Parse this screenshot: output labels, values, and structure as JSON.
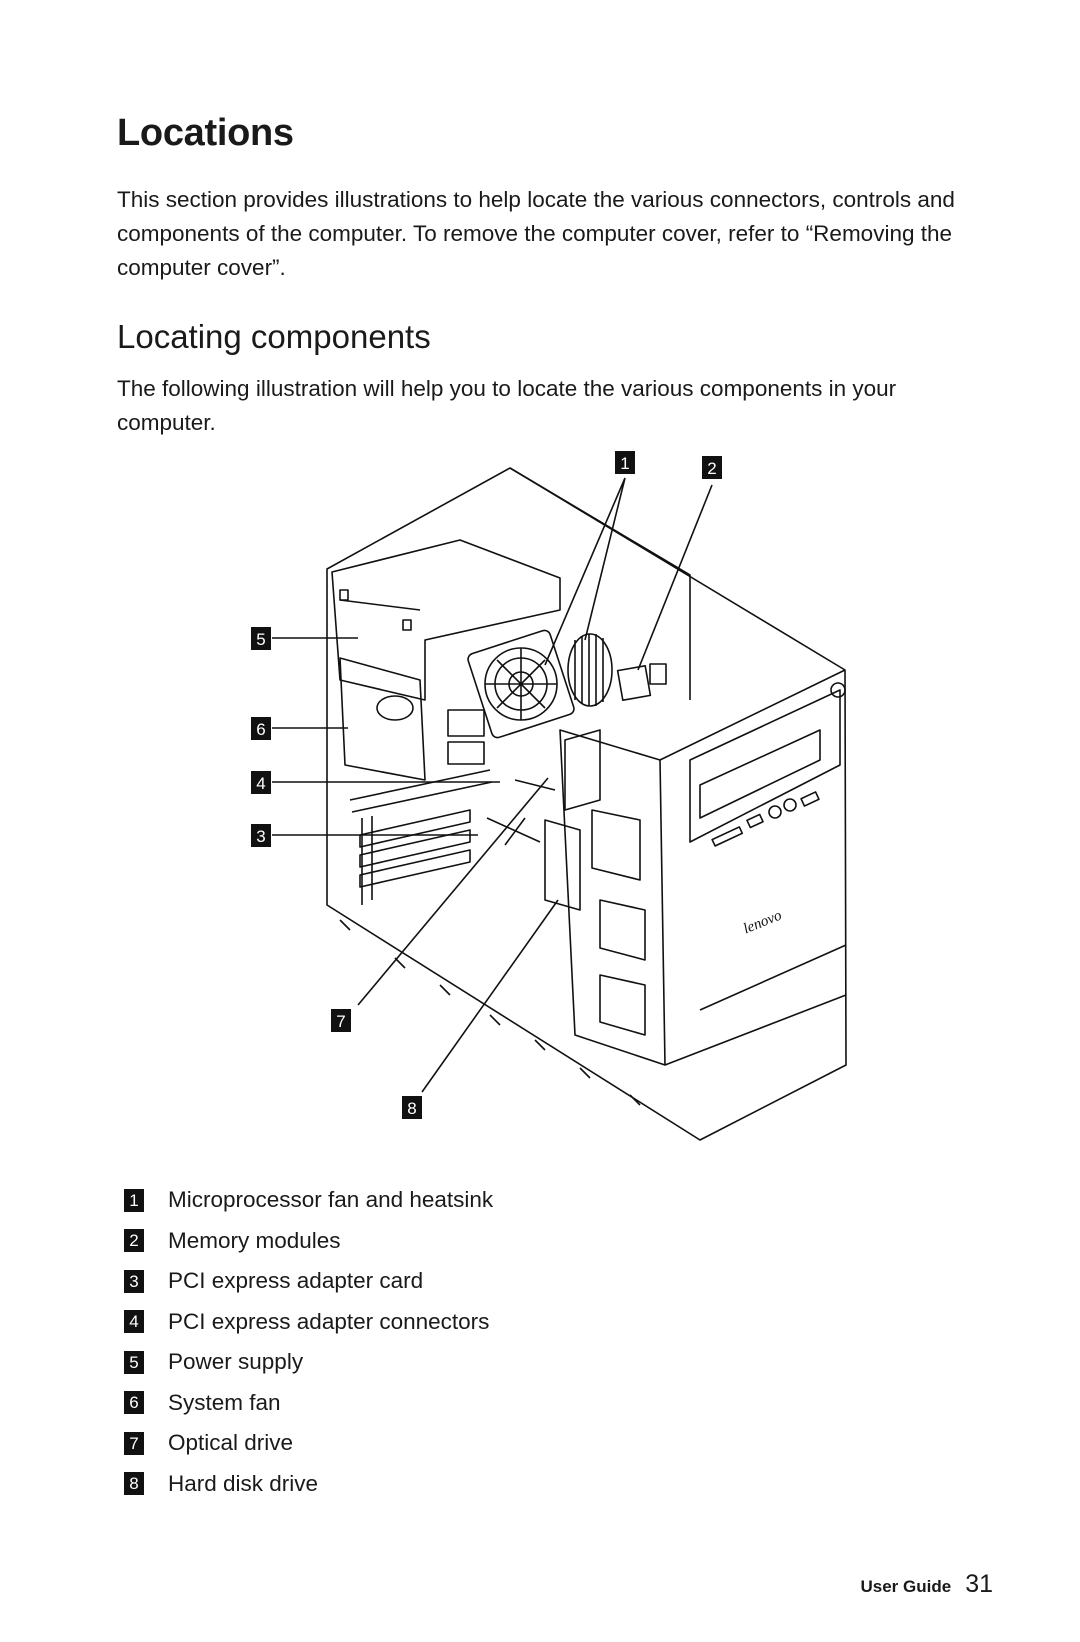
{
  "page": {
    "title": "Locations",
    "intro": "This section provides illustrations to help locate the various connectors, controls and components of the computer. To remove the computer cover, refer to “Removing the computer cover”.",
    "section_title": "Locating components",
    "section_lead": "The following illustration will help you to locate the various components in your computer."
  },
  "figure": {
    "callouts": [
      "1",
      "2",
      "5",
      "6",
      "4",
      "3",
      "7",
      "8"
    ],
    "brand": "lenovo"
  },
  "legend": [
    {
      "num": "1",
      "label": "Microprocessor fan and heatsink"
    },
    {
      "num": "2",
      "label": "Memory modules"
    },
    {
      "num": "3",
      "label": "PCI express adapter card"
    },
    {
      "num": "4",
      "label": "PCI express adapter connectors"
    },
    {
      "num": "5",
      "label": "Power supply"
    },
    {
      "num": "6",
      "label": "System fan"
    },
    {
      "num": "7",
      "label": "Optical drive"
    },
    {
      "num": "8",
      "label": "Hard disk drive"
    }
  ],
  "footer": {
    "guide": "User Guide",
    "page_number": "31"
  }
}
